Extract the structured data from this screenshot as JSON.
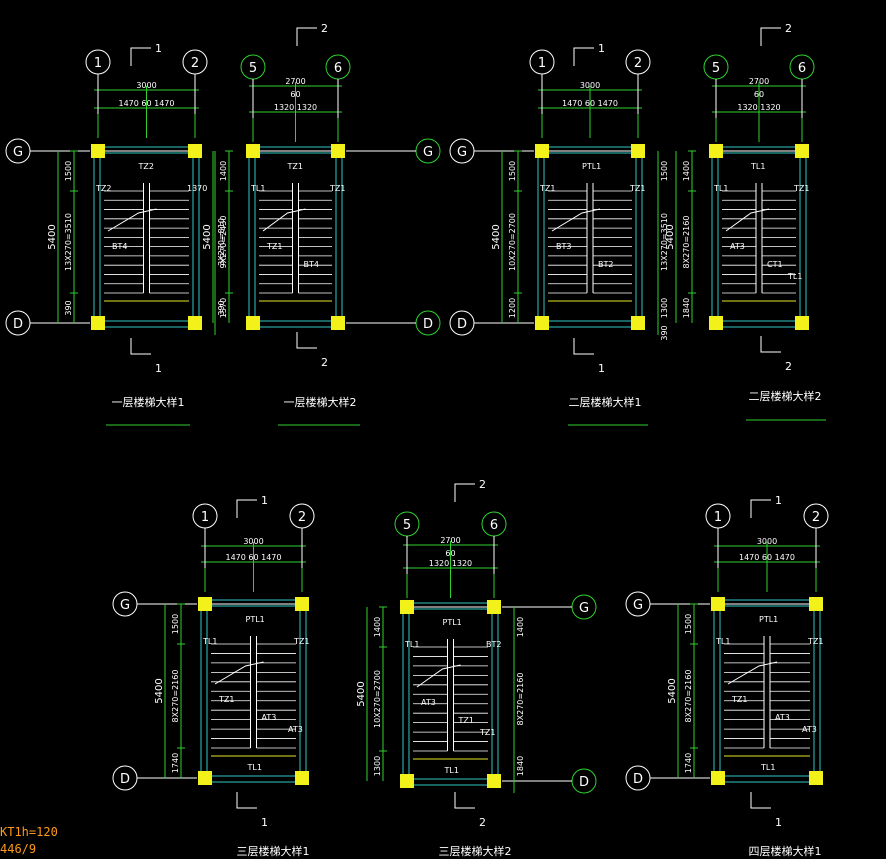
{
  "colors": {
    "background": "#000000",
    "wall": "#34c6c6",
    "dimension": "#2fd12f",
    "column": "#f2f21a",
    "text": "#ffffff",
    "note": "#ff9a1a"
  },
  "panels": [
    {
      "title": "一层楼梯大样1",
      "section": "1",
      "axes_h": [
        "1",
        "2"
      ],
      "axes_v": [
        "G",
        "D"
      ],
      "overall_width": "3000",
      "segment_width": "1470 60 1470",
      "overall_height": "5400",
      "side_segments": [
        "1500",
        "13X270=3510",
        "390"
      ],
      "side_segments_right": [
        "",
        "3X270=810",
        "390"
      ],
      "labels": [
        "TZ2",
        "TZ2",
        "1370",
        "BT4"
      ]
    },
    {
      "title": "一层楼梯大样2",
      "section": "2",
      "axes_h": [
        "5",
        "6"
      ],
      "axes_v": [
        "G",
        "D"
      ],
      "overall_width": "2700",
      "center_width": "60",
      "segment_width": "1320 1320",
      "overall_height": "5400",
      "side_segments": [
        "1400",
        "9X270=2430",
        "1570"
      ],
      "labels": [
        "TZ1",
        "TL1",
        "TZ1",
        "TZ1",
        "BT4"
      ]
    },
    {
      "title": "二层楼梯大样1",
      "section": "1",
      "axes_h": [
        "1",
        "2"
      ],
      "axes_v": [
        "G",
        "D"
      ],
      "overall_width": "3000",
      "segment_width": "1470 60 1470",
      "overall_height": "5400",
      "side_segments": [
        "1500",
        "10X270=2700",
        "1200"
      ],
      "side_segments_right": [
        "1500",
        "13X270=3510",
        "1300",
        "390"
      ],
      "labels": [
        "PTL1",
        "TZ1",
        "TZ1",
        "BT3",
        "BT2"
      ]
    },
    {
      "title": "二层楼梯大样2",
      "section": "2",
      "axes_h": [
        "5",
        "6"
      ],
      "axes_v": [
        "G",
        "D"
      ],
      "overall_width": "2700",
      "center_width": "60",
      "segment_width": "1320 1320",
      "overall_height": "5400",
      "side_segments": [
        "1400",
        "8X270=2160",
        "1840"
      ],
      "labels": [
        "TL1",
        "TL1",
        "TZ1",
        "AT3",
        "CT1",
        "TL1"
      ]
    },
    {
      "title": "三层楼梯大样1",
      "section": "1",
      "axes_h": [
        "1",
        "2"
      ],
      "axes_v": [
        "G",
        "D"
      ],
      "overall_width": "3000",
      "segment_width": "1470 60 1470",
      "overall_height": "5400",
      "side_segments": [
        "1500",
        "8X270=2160",
        "1740"
      ],
      "labels": [
        "PTL1",
        "TL1",
        "TZ1",
        "TZ1",
        "AT3",
        "AT3",
        "TL1"
      ]
    },
    {
      "title": "三层楼梯大样2",
      "section": "2",
      "axes_h": [
        "5",
        "6"
      ],
      "axes_v": [
        "G",
        "D"
      ],
      "overall_width": "2700",
      "center_width": "60",
      "segment_width": "1320 1320",
      "overall_height": "5400",
      "side_segments": [
        "1400",
        "10X270=2700",
        "1300"
      ],
      "side_segments_right": [
        "1400",
        "8X270=2160",
        "1840"
      ],
      "labels": [
        "PTL1",
        "TL1",
        "BT2",
        "AT3",
        "TZ1",
        "TZ1",
        "TL1"
      ]
    },
    {
      "title": "四层楼梯大样1",
      "section": "1",
      "axes_h": [
        "1",
        "2"
      ],
      "axes_v": [
        "G",
        "D"
      ],
      "overall_width": "3000",
      "segment_width": "1470 60 1470",
      "overall_height": "5400",
      "side_segments": [
        "1500",
        "8X270=2160",
        "1740"
      ],
      "labels": [
        "PTL1",
        "TL1",
        "TZ1",
        "TZ1",
        "AT3",
        "AT3",
        "TL1"
      ]
    }
  ],
  "note": {
    "line1": "KT1h=120",
    "line2": "446/9"
  }
}
